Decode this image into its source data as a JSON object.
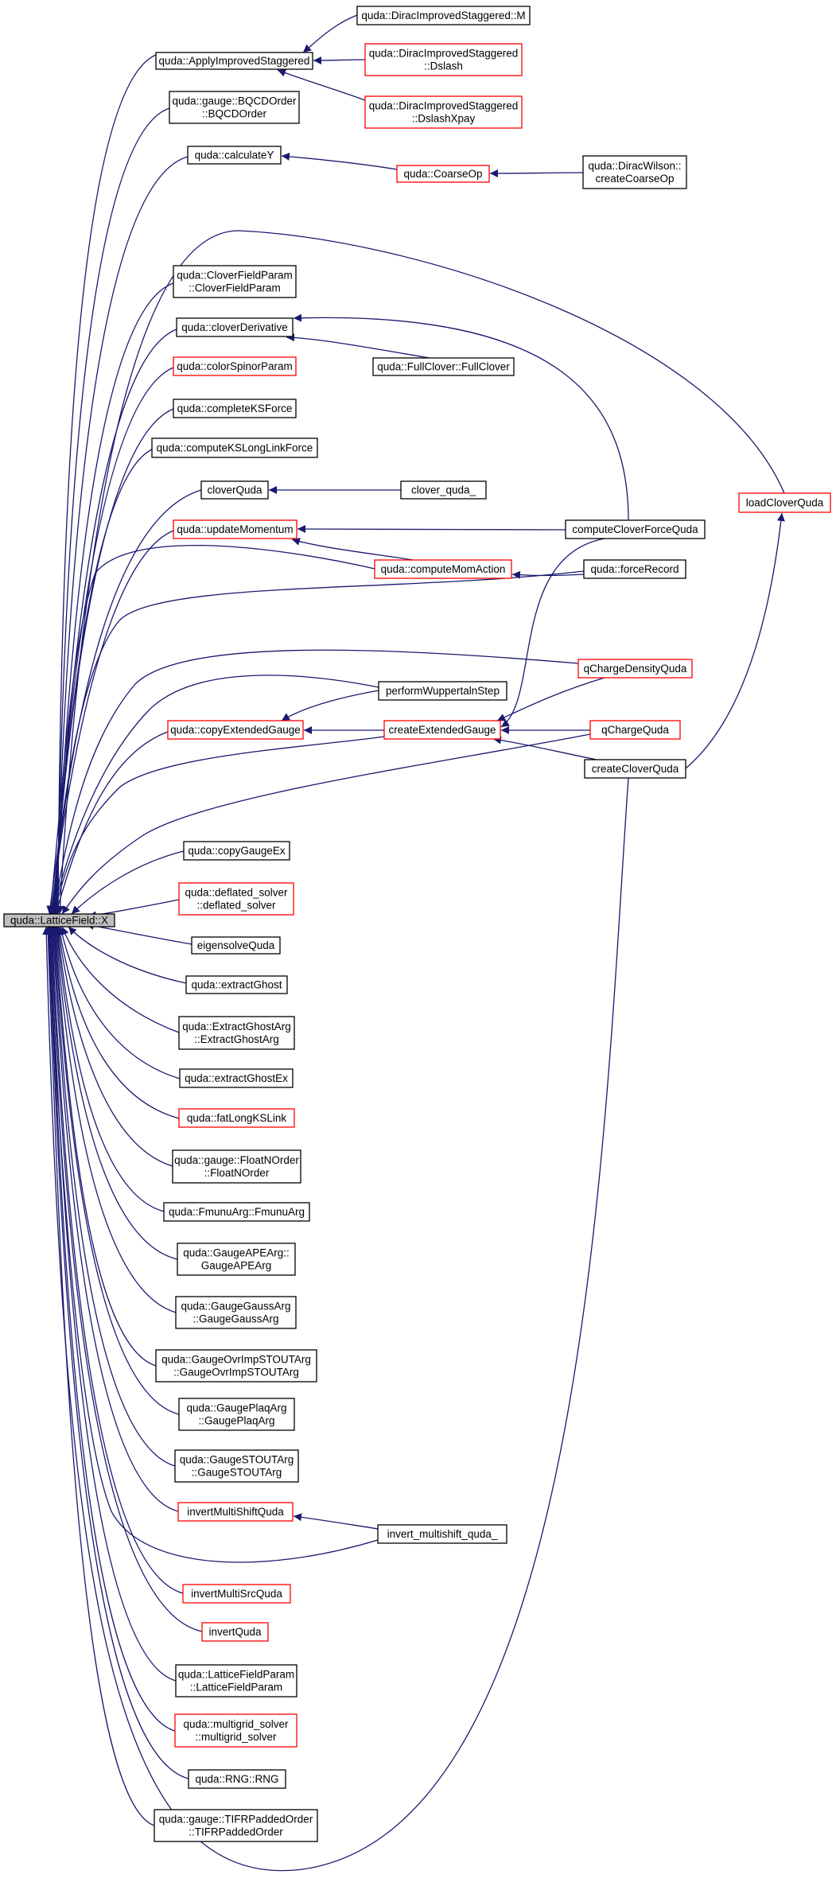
{
  "diagram": {
    "style": {
      "edge_color": "#191970",
      "node_border": "#000000",
      "node_border_truncated": "#ff0000",
      "node_fill": "#ffffff",
      "root_fill": "#bfbfbf"
    },
    "nodes": [
      {
        "id": "root",
        "lines": [
          "quda::LatticeField::X"
        ],
        "root": true
      },
      {
        "id": "applyImprovedStaggered",
        "lines": [
          "quda::ApplyImprovedStaggered"
        ]
      },
      {
        "id": "diracImpStagM",
        "lines": [
          "quda::DiracImprovedStaggered::M"
        ]
      },
      {
        "id": "diracImpStagDslash",
        "lines": [
          "quda::DiracImprovedStaggered",
          "::Dslash"
        ],
        "truncated": true
      },
      {
        "id": "diracImpStagDslashXpay",
        "lines": [
          "quda::DiracImprovedStaggered",
          "::DslashXpay"
        ],
        "truncated": true
      },
      {
        "id": "bqcdOrder",
        "lines": [
          "quda::gauge::BQCDOrder",
          "::BQCDOrder"
        ]
      },
      {
        "id": "calculateY",
        "lines": [
          "quda::calculateY"
        ]
      },
      {
        "id": "coarseOp",
        "lines": [
          "quda::CoarseOp"
        ],
        "truncated": true
      },
      {
        "id": "diracWilsonCreateCoarseOp",
        "lines": [
          "quda::DiracWilson::",
          "createCoarseOp"
        ]
      },
      {
        "id": "cloverFieldParam",
        "lines": [
          "quda::CloverFieldParam",
          "::CloverFieldParam"
        ]
      },
      {
        "id": "cloverDerivative",
        "lines": [
          "quda::cloverDerivative"
        ]
      },
      {
        "id": "fullClover",
        "lines": [
          "quda::FullClover::FullClover"
        ]
      },
      {
        "id": "colorSpinorParam",
        "lines": [
          "quda::colorSpinorParam"
        ],
        "truncated": true
      },
      {
        "id": "completeKSForce",
        "lines": [
          "quda::completeKSForce"
        ]
      },
      {
        "id": "computeKSLongLinkForce",
        "lines": [
          "quda::computeKSLongLinkForce"
        ]
      },
      {
        "id": "cloverQuda",
        "lines": [
          "cloverQuda"
        ]
      },
      {
        "id": "cloverQudaF",
        "lines": [
          "clover_quda_"
        ]
      },
      {
        "id": "loadCloverQuda",
        "lines": [
          "loadCloverQuda"
        ],
        "truncated": true
      },
      {
        "id": "updateMomentum",
        "lines": [
          "quda::updateMomentum"
        ],
        "truncated": true
      },
      {
        "id": "computeCloverForceQuda",
        "lines": [
          "computeCloverForceQuda"
        ]
      },
      {
        "id": "computeMomAction",
        "lines": [
          "quda::computeMomAction"
        ],
        "truncated": true
      },
      {
        "id": "forceRecord",
        "lines": [
          "quda::forceRecord"
        ]
      },
      {
        "id": "qChargeDensityQuda",
        "lines": [
          "qChargeDensityQuda"
        ],
        "truncated": true
      },
      {
        "id": "performWuppertalnStep",
        "lines": [
          "performWuppertalnStep"
        ]
      },
      {
        "id": "copyExtendedGauge",
        "lines": [
          "quda::copyExtendedGauge"
        ],
        "truncated": true
      },
      {
        "id": "createExtendedGauge",
        "lines": [
          "createExtendedGauge"
        ],
        "truncated": true
      },
      {
        "id": "qChargeQuda",
        "lines": [
          "qChargeQuda"
        ],
        "truncated": true
      },
      {
        "id": "createCloverQuda",
        "lines": [
          "createCloverQuda"
        ]
      },
      {
        "id": "copyGaugeEx",
        "lines": [
          "quda::copyGaugeEx"
        ]
      },
      {
        "id": "deflatedSolver",
        "lines": [
          "quda::deflated_solver",
          "::deflated_solver"
        ],
        "truncated": true
      },
      {
        "id": "eigensolveQuda",
        "lines": [
          "eigensolveQuda"
        ]
      },
      {
        "id": "extractGhost",
        "lines": [
          "quda::extractGhost"
        ]
      },
      {
        "id": "extractGhostArg",
        "lines": [
          "quda::ExtractGhostArg",
          "::ExtractGhostArg"
        ]
      },
      {
        "id": "extractGhostEx",
        "lines": [
          "quda::extractGhostEx"
        ]
      },
      {
        "id": "fatLongKSLink",
        "lines": [
          "quda::fatLongKSLink"
        ],
        "truncated": true
      },
      {
        "id": "floatNOrder",
        "lines": [
          "quda::gauge::FloatNOrder",
          "::FloatNOrder"
        ]
      },
      {
        "id": "fmunuArg",
        "lines": [
          "quda::FmunuArg::FmunuArg"
        ]
      },
      {
        "id": "gaugeAPEArg",
        "lines": [
          "quda::GaugeAPEArg::",
          "GaugeAPEArg"
        ]
      },
      {
        "id": "gaugeGaussArg",
        "lines": [
          "quda::GaugeGaussArg",
          "::GaugeGaussArg"
        ]
      },
      {
        "id": "gaugeOvrImpSTOUTArg",
        "lines": [
          "quda::GaugeOvrImpSTOUTArg",
          "::GaugeOvrImpSTOUTArg"
        ]
      },
      {
        "id": "gaugePlaqArg",
        "lines": [
          "quda::GaugePlaqArg",
          "::GaugePlaqArg"
        ]
      },
      {
        "id": "gaugeSTOUTArg",
        "lines": [
          "quda::GaugeSTOUTArg",
          "::GaugeSTOUTArg"
        ]
      },
      {
        "id": "invertMultiShiftQuda",
        "lines": [
          "invertMultiShiftQuda"
        ],
        "truncated": true
      },
      {
        "id": "invertMultishiftQudaF",
        "lines": [
          "invert_multishift_quda_"
        ]
      },
      {
        "id": "invertMultiSrcQuda",
        "lines": [
          "invertMultiSrcQuda"
        ],
        "truncated": true
      },
      {
        "id": "invertQuda",
        "lines": [
          "invertQuda"
        ],
        "truncated": true
      },
      {
        "id": "latticeFieldParam",
        "lines": [
          "quda::LatticeFieldParam",
          "::LatticeFieldParam"
        ]
      },
      {
        "id": "multigridSolver",
        "lines": [
          "quda::multigrid_solver",
          "::multigrid_solver"
        ],
        "truncated": true
      },
      {
        "id": "rng",
        "lines": [
          "quda::RNG::RNG"
        ]
      },
      {
        "id": "tifrPaddedOrder",
        "lines": [
          "quda::gauge::TIFRPaddedOrder",
          "::TIFRPaddedOrder"
        ]
      }
    ],
    "edges": [
      [
        "applyImprovedStaggered",
        "root"
      ],
      [
        "bqcdOrder",
        "root"
      ],
      [
        "calculateY",
        "root"
      ],
      [
        "cloverFieldParam",
        "root"
      ],
      [
        "cloverDerivative",
        "root"
      ],
      [
        "colorSpinorParam",
        "root"
      ],
      [
        "completeKSForce",
        "root"
      ],
      [
        "computeKSLongLinkForce",
        "root"
      ],
      [
        "cloverQuda",
        "root"
      ],
      [
        "updateMomentum",
        "root"
      ],
      [
        "copyExtendedGauge",
        "root"
      ],
      [
        "copyGaugeEx",
        "root"
      ],
      [
        "deflatedSolver",
        "root"
      ],
      [
        "eigensolveQuda",
        "root"
      ],
      [
        "extractGhost",
        "root"
      ],
      [
        "extractGhostArg",
        "root"
      ],
      [
        "extractGhostEx",
        "root"
      ],
      [
        "fatLongKSLink",
        "root"
      ],
      [
        "floatNOrder",
        "root"
      ],
      [
        "fmunuArg",
        "root"
      ],
      [
        "gaugeAPEArg",
        "root"
      ],
      [
        "gaugeGaussArg",
        "root"
      ],
      [
        "gaugeOvrImpSTOUTArg",
        "root"
      ],
      [
        "gaugePlaqArg",
        "root"
      ],
      [
        "gaugeSTOUTArg",
        "root"
      ],
      [
        "invertMultiShiftQuda",
        "root"
      ],
      [
        "invertMultiSrcQuda",
        "root"
      ],
      [
        "invertQuda",
        "root"
      ],
      [
        "latticeFieldParam",
        "root"
      ],
      [
        "multigridSolver",
        "root"
      ],
      [
        "rng",
        "root"
      ],
      [
        "tifrPaddedOrder",
        "root"
      ],
      [
        "loadCloverQuda",
        "root"
      ],
      [
        "computeMomAction",
        "root"
      ],
      [
        "forceRecord",
        "root"
      ],
      [
        "qChargeDensityQuda",
        "root"
      ],
      [
        "performWuppertalnStep",
        "root"
      ],
      [
        "createExtendedGauge",
        "root"
      ],
      [
        "qChargeQuda",
        "root"
      ],
      [
        "createCloverQuda",
        "root"
      ],
      [
        "invertMultishiftQudaF",
        "root"
      ],
      [
        "diracImpStagM",
        "applyImprovedStaggered"
      ],
      [
        "diracImpStagDslash",
        "applyImprovedStaggered"
      ],
      [
        "diracImpStagDslashXpay",
        "applyImprovedStaggered"
      ],
      [
        "coarseOp",
        "calculateY"
      ],
      [
        "diracWilsonCreateCoarseOp",
        "coarseOp"
      ],
      [
        "fullClover",
        "cloverDerivative"
      ],
      [
        "computeCloverForceQuda",
        "cloverDerivative"
      ],
      [
        "cloverQudaF",
        "cloverQuda"
      ],
      [
        "computeCloverForceQuda",
        "updateMomentum"
      ],
      [
        "computeMomAction",
        "updateMomentum"
      ],
      [
        "forceRecord",
        "computeMomAction"
      ],
      [
        "performWuppertalnStep",
        "copyExtendedGauge"
      ],
      [
        "createExtendedGauge",
        "copyExtendedGauge"
      ],
      [
        "computeCloverForceQuda",
        "createExtendedGauge"
      ],
      [
        "qChargeDensityQuda",
        "createExtendedGauge"
      ],
      [
        "qChargeQuda",
        "createExtendedGauge"
      ],
      [
        "createCloverQuda",
        "createExtendedGauge"
      ],
      [
        "createCloverQuda",
        "loadCloverQuda"
      ],
      [
        "invertMultishiftQudaF",
        "invertMultiShiftQuda"
      ]
    ]
  }
}
